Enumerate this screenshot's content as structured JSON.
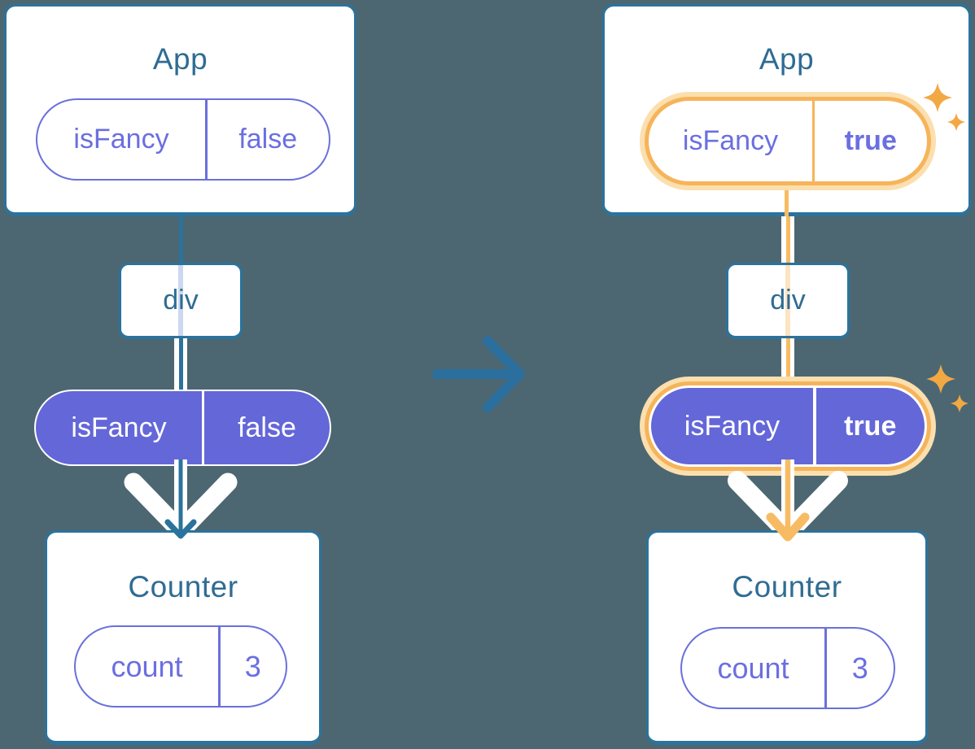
{
  "colors": {
    "background": "#4C6771",
    "card_border": "#2B739C",
    "title_text": "#2F6C93",
    "pill_purple_fill": "#6467D8",
    "pill_purple_border": "#6A70DC",
    "pill_purple_text": "#6B6FE0",
    "highlight_orange": "#F6B45A",
    "highlight_orange_halo": "#FBDFAE",
    "sparkle_orange": "#F2A843",
    "flow_line_teal": "#2B739C",
    "flow_line_orange": "#F7BC63"
  },
  "icons": {
    "transition": "arrow-right-icon",
    "flow_left": "arrow-down-icon",
    "flow_right": "arrow-down-icon",
    "highlight": "sparkles-icon"
  },
  "left_tree": {
    "app": {
      "title": "App",
      "prop_name": "isFancy",
      "prop_value": "false"
    },
    "div": {
      "label": "div"
    },
    "prop_pill": {
      "name": "isFancy",
      "value": "false"
    },
    "counter": {
      "title": "Counter",
      "state_name": "count",
      "state_value": "3"
    }
  },
  "right_tree": {
    "app": {
      "title": "App",
      "prop_name": "isFancy",
      "prop_value": "true"
    },
    "div": {
      "label": "div"
    },
    "prop_pill": {
      "name": "isFancy",
      "value": "true"
    },
    "counter": {
      "title": "Counter",
      "state_name": "count",
      "state_value": "3"
    }
  }
}
